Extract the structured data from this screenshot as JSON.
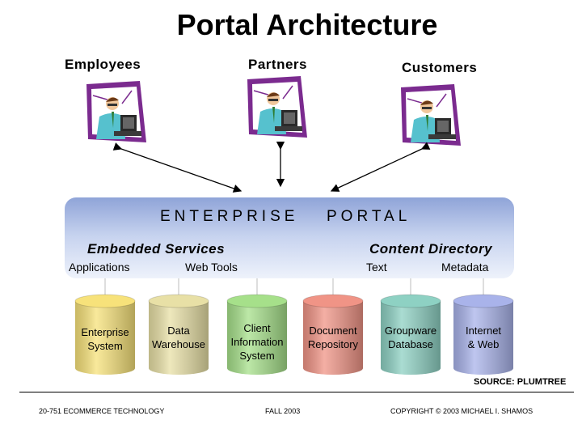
{
  "title": "Portal Architecture",
  "groups": [
    {
      "label": "Employees"
    },
    {
      "label": "Partners"
    },
    {
      "label": "Customers"
    }
  ],
  "portal": {
    "enterprise": "ENTERPRISE",
    "portal": "PORTAL",
    "embedded_services": "Embedded Services",
    "content_directory": "Content Directory",
    "applications": "Applications",
    "web_tools": "Web Tools",
    "text": "Text",
    "metadata": "Metadata"
  },
  "databases": [
    {
      "label": "Enterprise\nSystem",
      "color": "#f7e27a"
    },
    {
      "label": "Data\nWarehouse",
      "color": "#e8e0a6"
    },
    {
      "label": "Client\nInformation\nSystem",
      "color": "#a6e08a"
    },
    {
      "label": "Document\nRepository",
      "color": "#f09486"
    },
    {
      "label": "Groupware\nDatabase",
      "color": "#8ed1c3"
    },
    {
      "label": "Internet\n& Web",
      "color": "#a9b3ea"
    }
  ],
  "source": "SOURCE: PLUMTREE",
  "footer": {
    "course": "20-751 ECOMMERCE TECHNOLOGY",
    "term": "FALL 2003",
    "copyright": "COPYRIGHT © 2003 MICHAEL I. SHAMOS"
  },
  "colors": {
    "portal_top": "#8fa4d8",
    "portal_bottom": "#eef2fb",
    "shirt": "#56c1ce",
    "monitor": "#2a2a2a",
    "accent_purple": "#7b2b8f"
  }
}
